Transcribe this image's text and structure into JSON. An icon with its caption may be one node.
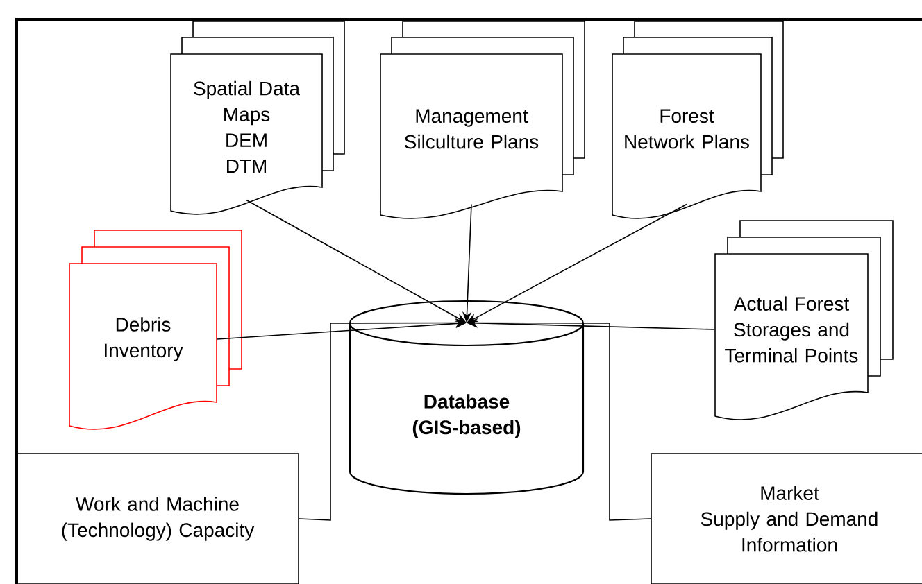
{
  "diagram": {
    "nodes": [
      {
        "text": [
          "Spatial Data",
          "Maps",
          "DEM",
          "DTM"
        ]
      },
      {
        "text": [
          "Management Silculture Plans"
        ]
      },
      {
        "text": [
          "Forest Network Plans"
        ]
      },
      {
        "text": [
          "Debris Inventory"
        ]
      },
      {
        "text": [
          "Database (GIS-based)"
        ]
      },
      {
        "text": [
          "Actual Forest Storages and Terminal Points"
        ]
      },
      {
        "text": [
          "Work and Machine (Technology) Capacity"
        ]
      },
      {
        "text": [
          "Market",
          "Supply and Demand Information"
        ]
      }
    ],
    "edges": [
      {
        "from": 0,
        "to": 4,
        "arrow": "to"
      },
      {
        "from": 1,
        "to": 4,
        "arrow": "to"
      },
      {
        "from": 2,
        "to": 4,
        "arrow": "to"
      },
      {
        "from": 3,
        "to": 4,
        "arrow": "to"
      },
      {
        "from": 5,
        "to": 4,
        "arrow": "to"
      },
      {
        "from": 6,
        "to": 4,
        "arrow": "to"
      },
      {
        "from": 7,
        "to": 4,
        "arrow": "to"
      }
    ]
  }
}
